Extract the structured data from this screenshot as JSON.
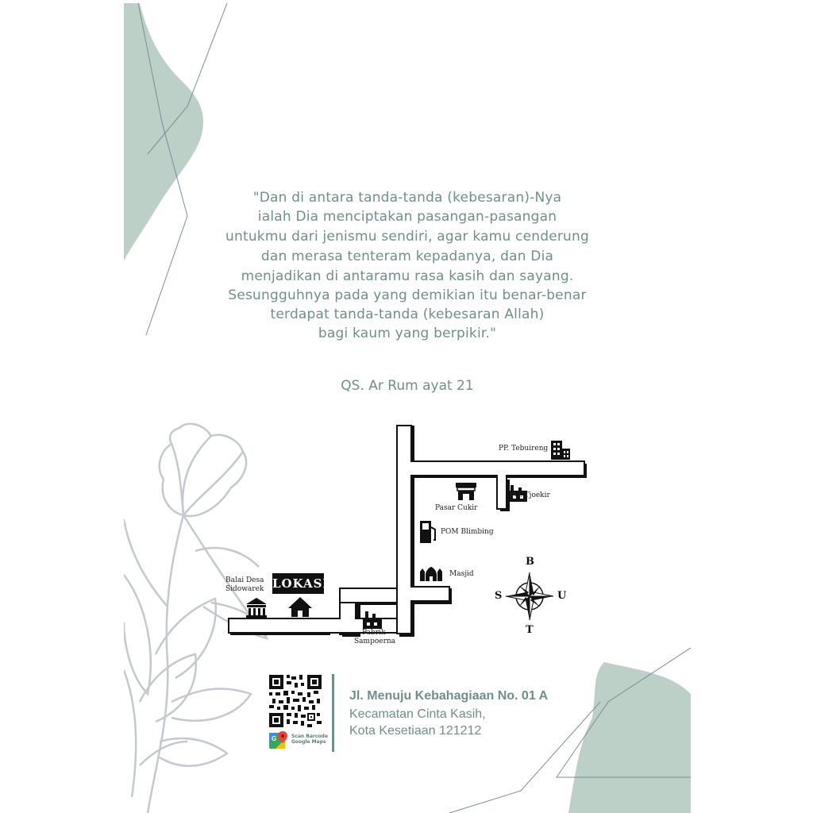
{
  "quote": {
    "lines": [
      "\"Dan di antara tanda-tanda (kebesaran)-Nya",
      "ialah Dia menciptakan pasangan-pasangan",
      "untukmu dari jenismu sendiri, agar kamu cenderung",
      "dan merasa tenteram kepadanya, dan Dia",
      "menjadikan di antaramu rasa kasih dan sayang.",
      "Sesungguhnya pada yang demikian itu benar-benar",
      "terdapat tanda-tanda (kebesaran Allah)",
      "bagi kaum yang berpikir.\""
    ],
    "citation": "QS. Ar Rum ayat 21"
  },
  "map": {
    "landmarks": {
      "tebuireng": "PP. Tebuireng",
      "pasar": "Pasar Cukir",
      "tjoekir": "PG. Tjoekir",
      "pom": "POM Blimbing",
      "masjid": "Masjid",
      "balai_1": "Balai Desa",
      "balai_2": "Sidowarek",
      "pabrik_1": "Pabrik",
      "pabrik_2": "Sampoerna"
    },
    "lokasi": "LOKASI",
    "compass": {
      "n": "B",
      "s": "T",
      "w": "S",
      "e": "U"
    }
  },
  "address": {
    "title": "Jl. Menuju Kebahagiaan No. 01 A",
    "line1": "Kecamatan Cinta Kasih,",
    "line2": "Kota Kesetiaan 121212",
    "scan_line1": "Scan Barcode",
    "scan_line2": "Google Maps"
  },
  "colors": {
    "accent": "#6f8f88",
    "leaf": "#bcd0c8",
    "flower_line": "#c4c8cf"
  }
}
